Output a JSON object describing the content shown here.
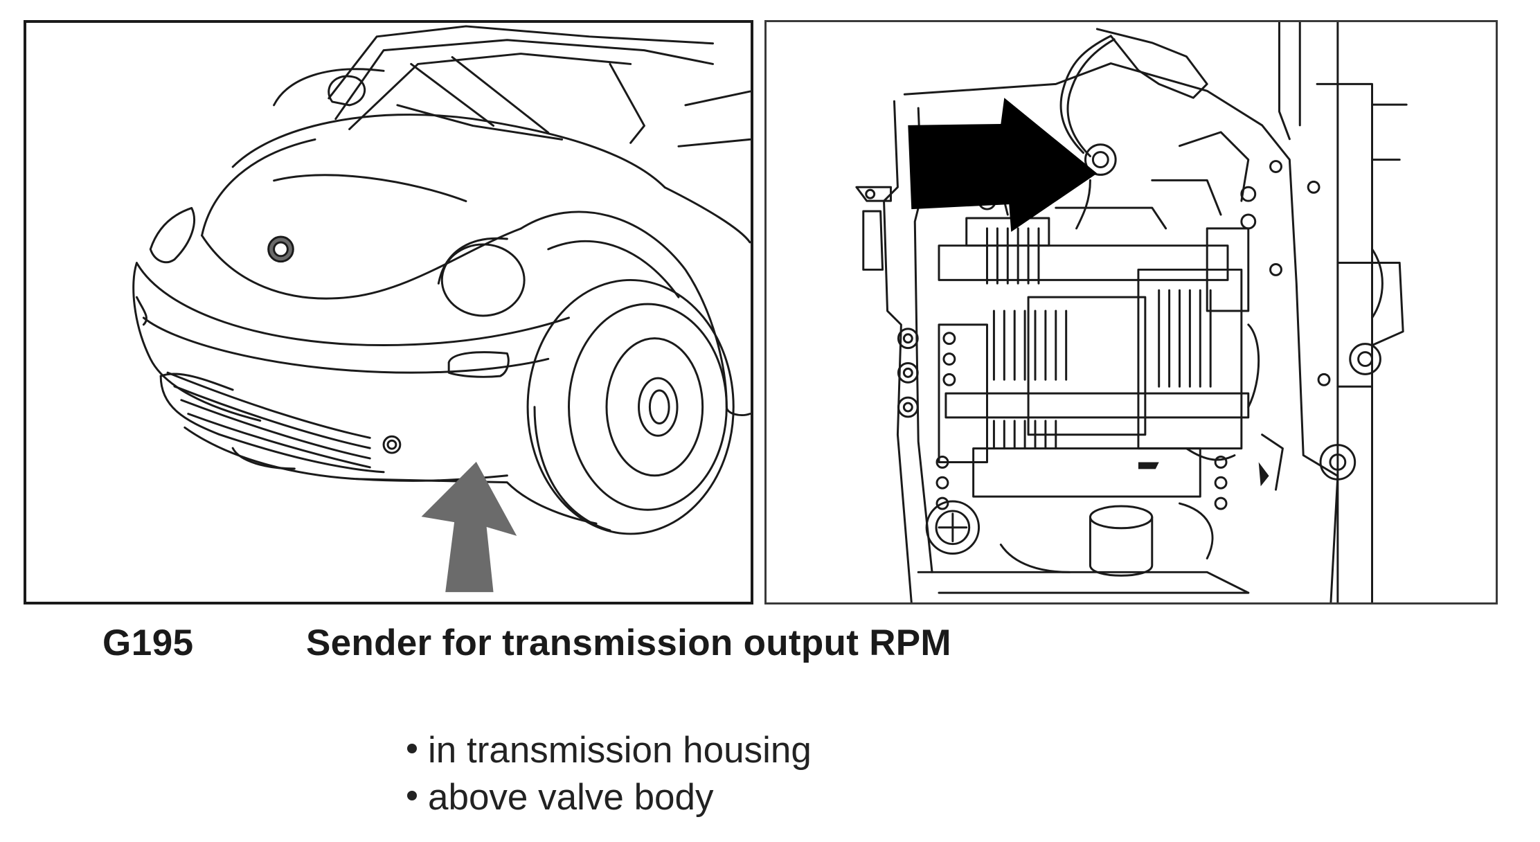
{
  "component_code": "G195",
  "component_title": "Sender for transmission output RPM",
  "locations": [
    "in transmission housing",
    "above valve body"
  ],
  "icons": {
    "left_arrow": "up-arrow-icon",
    "right_arrow": "right-arrow-icon"
  },
  "colors": {
    "line_art": "#1a1a1a",
    "left_arrow": "#6b6b6b",
    "right_arrow": "#000000"
  }
}
